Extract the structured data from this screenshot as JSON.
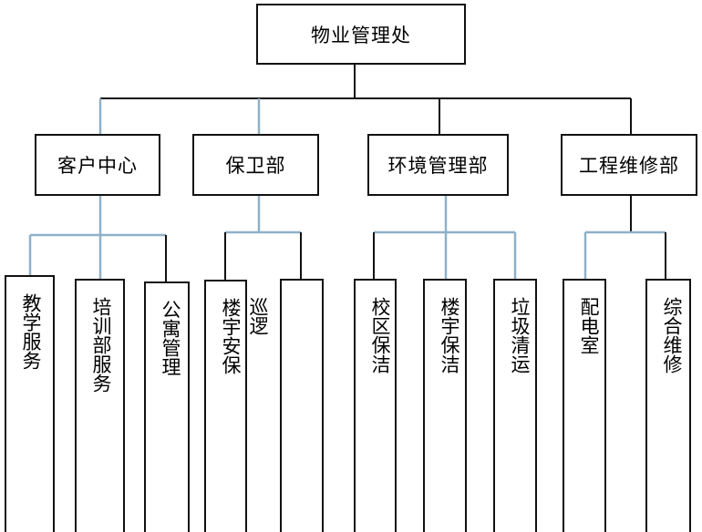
{
  "root": {
    "label": "物业管理处"
  },
  "departments": [
    {
      "label": "客户中心",
      "subs": [
        "教学服务",
        "培训部服务",
        "公寓管理"
      ]
    },
    {
      "label": "保卫部",
      "subs": [
        "楼宇安保",
        "巡逻"
      ]
    },
    {
      "label": "环境管理部",
      "subs": [
        "校区保洁",
        "楼宇保洁",
        "垃圾清运"
      ]
    },
    {
      "label": "工程维修部",
      "subs": [
        "配电室",
        "综合维修"
      ]
    }
  ],
  "colors": {
    "connector": "#111111",
    "connector_blue": "#8fb0c8",
    "border": "#111111"
  }
}
